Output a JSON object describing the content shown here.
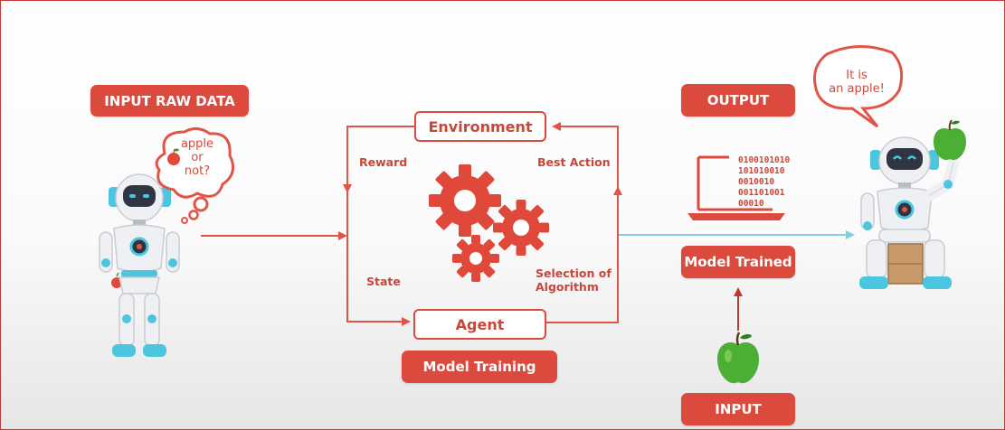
{
  "labels": {
    "input_raw_data": "INPUT RAW DATA",
    "output": "OUTPUT",
    "environment": "Environment",
    "agent": "Agent",
    "model_training": "Model Training",
    "model_trained": "Model Trained",
    "input": "INPUT",
    "reward": "Reward",
    "best_action": "Best Action",
    "state": "State",
    "selection_of_algorithm": [
      "Selection of",
      "Algorithm"
    ]
  },
  "bubbles": {
    "left": [
      "apple",
      "or",
      "not?"
    ],
    "right": [
      "It is",
      "an apple!"
    ]
  },
  "binary_lines": [
    "0100101010",
    "101010010",
    "0010010",
    "001101001",
    "00010"
  ],
  "colors": {
    "accent_red": "#db4a3d",
    "arrow_red": "#e05547",
    "arrow_cyan": "#7fd1e0",
    "robot_cyan": "#4cc6de",
    "apple_green": "#4caf35"
  },
  "icons": [
    "robot-left-icon",
    "robot-right-icon",
    "gears-icon",
    "laptop-icon",
    "apple-icon",
    "thought-bubble-icon",
    "speech-bubble-icon"
  ]
}
